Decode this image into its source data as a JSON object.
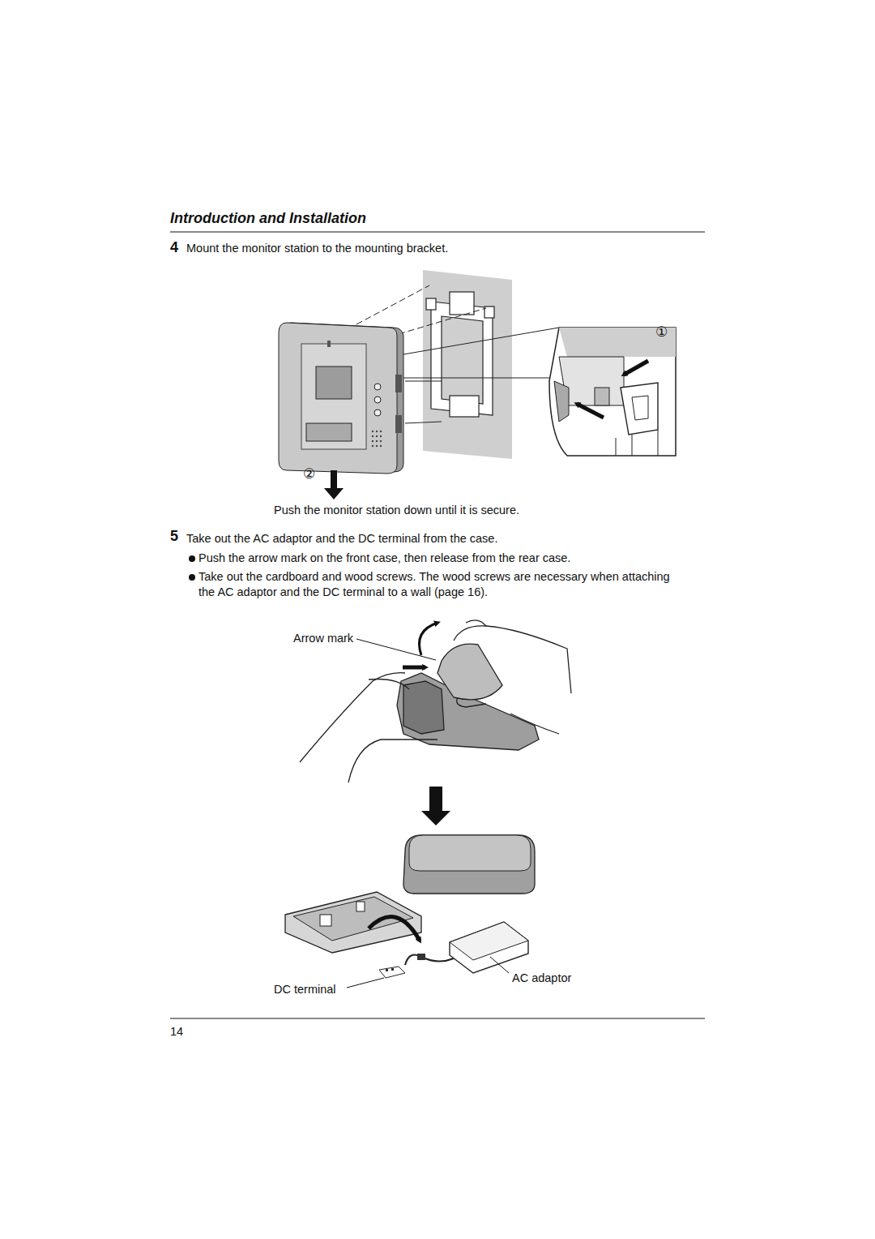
{
  "diagram": {
    "title": "Introduction and Installation",
    "labels": [
      "4",
      "Mount the monitor station to the mounting bracket.",
      "①",
      "②",
      "Push the monitor station down until it is secure.",
      "5",
      "Take out the AC adaptor and the DC terminal from the case.",
      "Push the arrow mark on the front case, then release from the rear case.",
      "Take out the cardboard and wood screws. The wood screws are necessary when attaching the AC adaptor and the DC terminal to a wall (page 16).",
      "Arrow mark",
      "DC terminal",
      "AC adaptor",
      "14"
    ]
  }
}
